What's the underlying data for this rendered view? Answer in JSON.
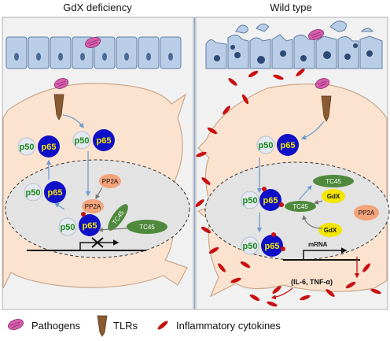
{
  "panels": {
    "left_title": "GdX deficiency",
    "right_title": "Wild type"
  },
  "labels": {
    "p50": "p50",
    "p65": "p65",
    "pp2a": "PP2A",
    "tc45": "TC45",
    "gdx": "GdX",
    "mrna": "mRNA",
    "cytokines_out": "(IL-6, TNF-α)"
  },
  "legend": {
    "pathogens": "Pathogens",
    "tlrs": "TLRs",
    "cytokines": "Inflammatory cytokines"
  },
  "colors": {
    "panel_bg": "#f1f1f1",
    "cell_fill": "#fbe3cf",
    "nucleus_fill": "#e3e3e3",
    "epithelium": "#b9cde6",
    "p65": "#1010c8",
    "p50": "#e4e8f0",
    "tc45": "#4f8a3c",
    "gdx": "#f2e600",
    "pp2a": "#f3a37a",
    "cytokine": "#c80f0f",
    "tlr": "#8a5a32",
    "arrow": "#6f9ccf"
  }
}
